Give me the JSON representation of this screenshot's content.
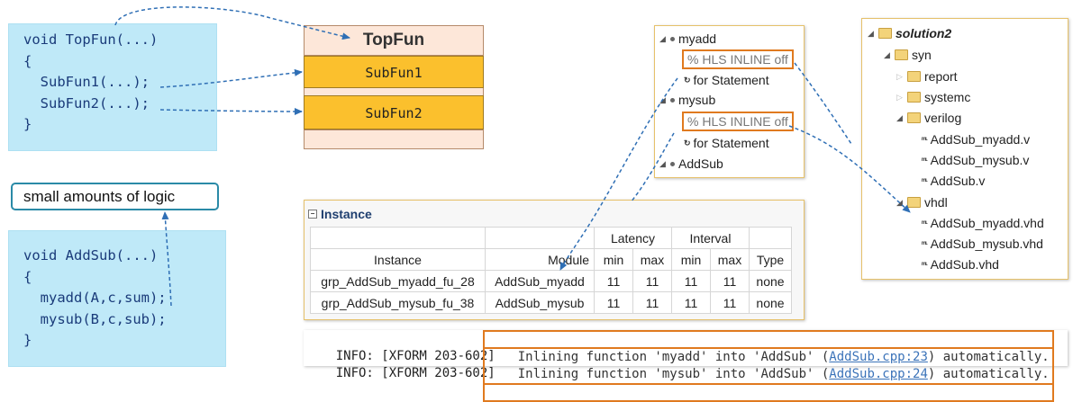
{
  "topfun_code": {
    "lines": [
      "void TopFun(...)",
      "{",
      "  SubFun1(...);",
      "  SubFun2(...);",
      "}"
    ]
  },
  "callout": {
    "label": "small amounts of logic"
  },
  "addsub_code": {
    "lines": [
      "void AddSub(...)",
      "{",
      "  myadd(A,c,sum);",
      "  mysub(B,c,sub);",
      "}"
    ]
  },
  "topfun_block": {
    "title": "TopFun",
    "sub1": "SubFun1",
    "sub2": "SubFun2"
  },
  "directives": {
    "items": [
      {
        "name": "myadd",
        "directive": "% HLS INLINE off",
        "child": "for Statement"
      },
      {
        "name": "mysub",
        "directive": "% HLS INLINE off",
        "child": "for Statement"
      },
      {
        "name": "AddSub"
      }
    ]
  },
  "explorer": {
    "root": "solution2",
    "syn": "syn",
    "report": "report",
    "systemc": "systemc",
    "verilog": "verilog",
    "verilog_files": [
      "AddSub_myadd.v",
      "AddSub_mysub.v",
      "AddSub.v"
    ],
    "vhdl": "vhdl",
    "vhdl_files": [
      "AddSub_myadd.vhd",
      "AddSub_mysub.vhd",
      "AddSub.vhd"
    ]
  },
  "instance_table": {
    "title": "Instance",
    "group_headers": {
      "latency": "Latency",
      "interval": "Interval"
    },
    "columns": [
      "Instance",
      "Module",
      "min",
      "max",
      "min",
      "max",
      "Type"
    ],
    "rows": [
      [
        "grp_AddSub_myadd_fu_28",
        "AddSub_myadd",
        "11",
        "11",
        "11",
        "11",
        "none"
      ],
      [
        "grp_AddSub_mysub_fu_38",
        "AddSub_mysub",
        "11",
        "11",
        "11",
        "11",
        "none"
      ]
    ]
  },
  "log": {
    "lines": [
      {
        "prefix": "INFO: [XFORM 203-602]",
        "msg": "Inlining function 'myadd' into 'AddSub' (",
        "link": "AddSub.cpp:23",
        "suffix": ") automatically."
      },
      {
        "prefix": "INFO: [XFORM 203-602]",
        "msg": "Inlining function 'mysub' into 'AddSub' (",
        "link": "AddSub.cpp:24",
        "suffix": ") automatically."
      }
    ]
  },
  "colors": {
    "code_bg": "#bfe9f8",
    "code_text": "#1a3b7a",
    "highlight": "#e07a1f",
    "subfun": "#fbc02d",
    "arrow": "#2f6fb5"
  }
}
